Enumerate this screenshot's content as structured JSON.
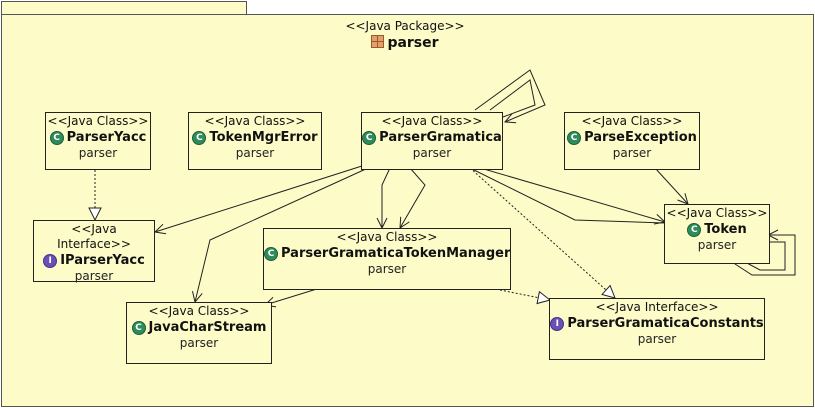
{
  "package": {
    "stereotype": "<<Java Package>>",
    "name": "parser",
    "icon": "package-icon"
  },
  "classes": {
    "parser_yacc": {
      "stereotype": "<<Java Class>>",
      "name": "ParserYacc",
      "package": "parser",
      "icon": "class-icon"
    },
    "token_mgr_error": {
      "stereotype": "<<Java Class>>",
      "name": "TokenMgrError",
      "package": "parser",
      "icon": "class-icon"
    },
    "parser_gramatica": {
      "stereotype": "<<Java Class>>",
      "name": "ParserGramatica",
      "package": "parser",
      "icon": "class-icon"
    },
    "parse_exception": {
      "stereotype": "<<Java Class>>",
      "name": "ParseException",
      "package": "parser",
      "icon": "class-icon"
    },
    "iparser_yacc": {
      "stereotype": "<<Java Interface>>",
      "name": "IParserYacc",
      "package": "parser",
      "icon": "interface-icon"
    },
    "token_manager": {
      "stereotype": "<<Java Class>>",
      "name": "ParserGramaticaTokenManager",
      "package": "parser",
      "icon": "class-icon"
    },
    "token": {
      "stereotype": "<<Java Class>>",
      "name": "Token",
      "package": "parser",
      "icon": "class-icon"
    },
    "java_char_stream": {
      "stereotype": "<<Java Class>>",
      "name": "JavaCharStream",
      "package": "parser",
      "icon": "class-icon"
    },
    "constants": {
      "stereotype": "<<Java Interface>>",
      "name": "ParserGramaticaConstants",
      "package": "parser",
      "icon": "interface-icon"
    }
  },
  "icon_glyphs": {
    "class": "C",
    "interface": "I"
  },
  "colors": {
    "background": "#fdfcc8",
    "class_icon": "#2f8c5a",
    "interface_icon": "#6a4fb5",
    "package_icon": "#e3a06b",
    "line": "#222222"
  },
  "relationships": [
    {
      "from": "ParserYacc",
      "to": "IParserYacc",
      "kind": "realization"
    },
    {
      "from": "ParserGramatica",
      "to": "ParserGramatica",
      "kind": "association"
    },
    {
      "from": "ParserGramatica",
      "to": "IParserYacc",
      "kind": "association"
    },
    {
      "from": "ParserGramatica",
      "to": "JavaCharStream",
      "kind": "association"
    },
    {
      "from": "ParserGramatica",
      "to": "ParserGramaticaTokenManager",
      "kind": "association"
    },
    {
      "from": "ParserGramatica",
      "to": "Token",
      "kind": "association"
    },
    {
      "from": "ParserGramatica",
      "to": "ParserGramaticaConstants",
      "kind": "realization"
    },
    {
      "from": "ParseException",
      "to": "Token",
      "kind": "association"
    },
    {
      "from": "Token",
      "to": "Token",
      "kind": "association"
    },
    {
      "from": "ParserGramaticaTokenManager",
      "to": "JavaCharStream",
      "kind": "association"
    },
    {
      "from": "ParserGramaticaTokenManager",
      "to": "ParserGramaticaConstants",
      "kind": "realization"
    }
  ]
}
